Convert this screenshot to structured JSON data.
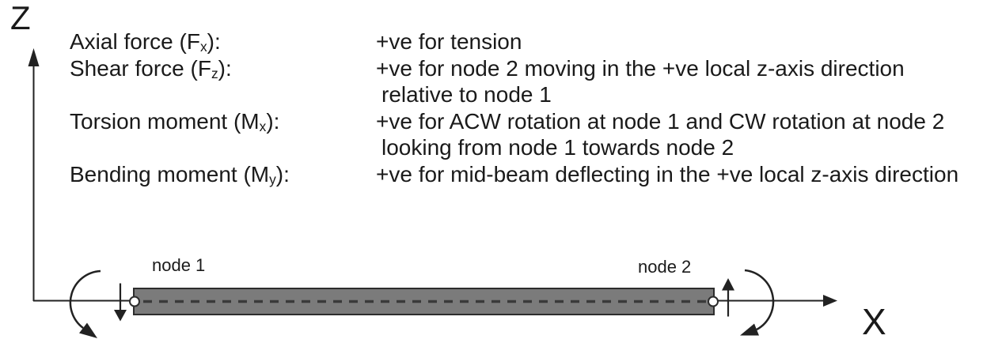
{
  "axes": {
    "z_label": "Z",
    "x_label": "X"
  },
  "diagram": {
    "node_1_label": "node 1",
    "node_2_label": "node 2",
    "icons": {
      "node_1_shear": "down-arrow-icon",
      "node_2_shear": "up-arrow-icon",
      "node_1_rotation": "acw-arc-arrow-icon",
      "node_2_rotation": "cw-arc-arrow-icon",
      "x_axis_end": "right-arrow-icon",
      "z_axis_end": "up-arrow-icon"
    }
  },
  "conventions": {
    "rows": [
      {
        "term_pre": "Axial force (F",
        "term_sub": "x",
        "term_post": "):",
        "lines": [
          "+ve for tension"
        ]
      },
      {
        "term_pre": "Shear force (F",
        "term_sub": "z",
        "term_post": "):",
        "lines": [
          "+ve for node 2 moving in the +ve local z-axis direction",
          "relative to node 1"
        ]
      },
      {
        "term_pre": "Torsion moment (M",
        "term_sub": "x",
        "term_post": "):",
        "lines": [
          "+ve for ACW rotation at node 1 and CW rotation at node 2",
          "looking from node 1 towards node 2"
        ]
      },
      {
        "term_pre": "Bending moment (M",
        "term_sub": "y",
        "term_post": "):",
        "lines": [
          "+ve for mid-beam deflecting in the +ve local z-axis direction"
        ]
      }
    ]
  },
  "colors": {
    "beam_fill": "#7b7b7b",
    "beam_border": "#2d2d2d",
    "line_ink": "#222222",
    "centerline": "#3a3a3a",
    "text": "#1a1a1a",
    "background": "#ffffff"
  }
}
